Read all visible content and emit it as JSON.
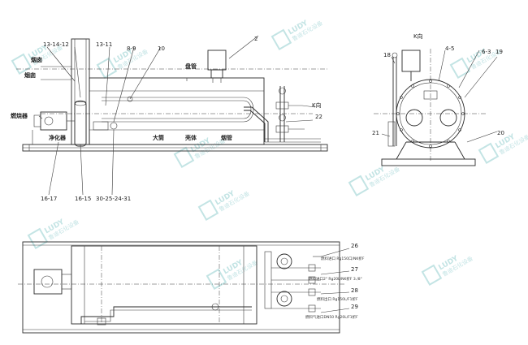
{
  "labels": {
    "n13_14_12": "13-14-12",
    "n13_11": "13-11",
    "n8_9": "8-9",
    "n10": "10",
    "n2": "2",
    "n4_5": "4-5",
    "n6_3": "6-3",
    "n19": "19",
    "n18": "18",
    "n20": "20",
    "n21": "21",
    "n22": "22",
    "n16_17": "16-17",
    "n16_15": "16-15",
    "n30_25_24_31": "30-25-24-31",
    "n26": "26",
    "n27": "27",
    "n28": "28",
    "n29": "29"
  },
  "cn": {
    "yanxiang1": "烟囱",
    "yanxiang2": "烟囱",
    "ranshaoqi": "燃烧器",
    "jinghuaqi": "净化器",
    "panguan": "盘管",
    "datong": "大筒",
    "keti": "壳体",
    "yanguan": "烟管",
    "k_view_a": "K向",
    "k_view_b": "K向"
  },
  "specs": {
    "s26": "燃料进口 Rg150口/NK折F",
    "s27": "燃料进口2\" Rg20L/NK折F 3./8\"",
    "s28": "燃料出口 Rg150L/F1折F",
    "s29": "燃料气进口DN50 Rg20L/F1折F"
  },
  "watermark": {
    "brand": "LUDY",
    "cn": "鲁迪石化设备"
  }
}
